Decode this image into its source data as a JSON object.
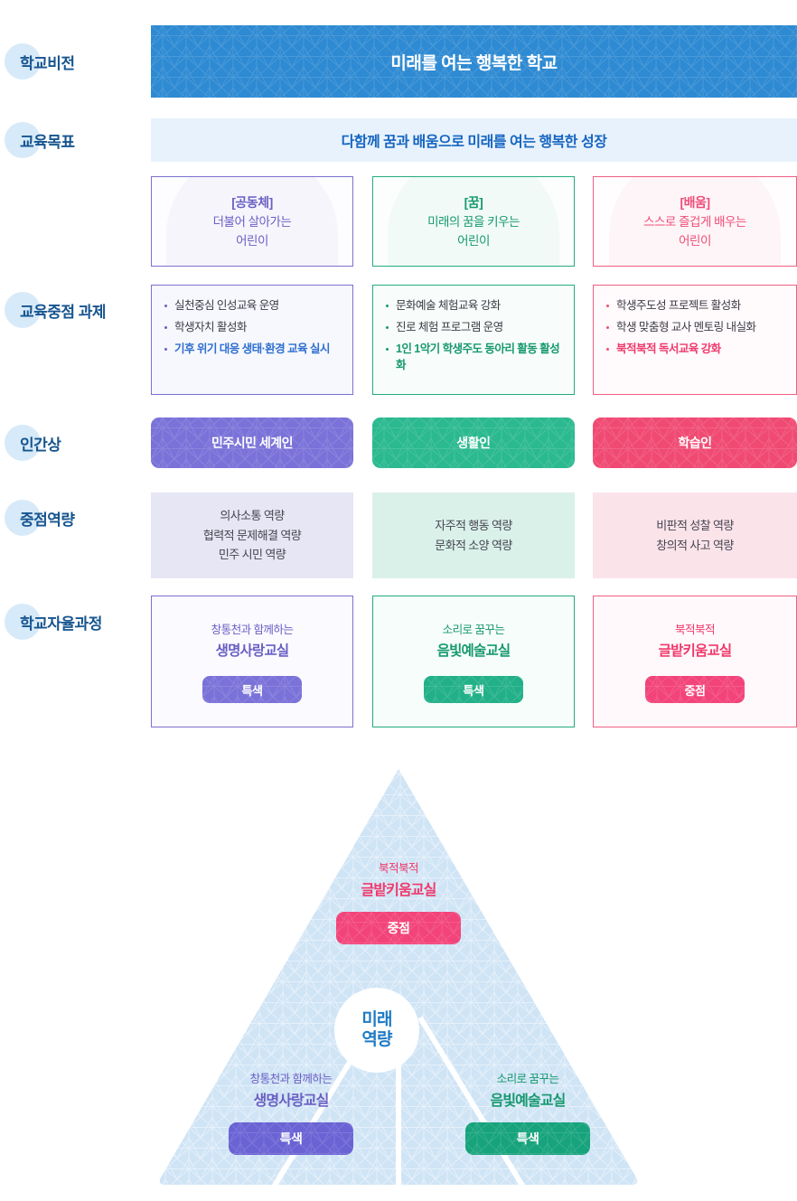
{
  "rows": {
    "vision_label": "학교비전",
    "goal_label": "교육목표",
    "tasks_label": "교육중점 과제",
    "persona_label": "인간상",
    "competency_label": "중점역량",
    "course_label": "학교자율과정"
  },
  "vision": {
    "text": "미래를 여는 행복한 학교",
    "bg": "#2e8ad2"
  },
  "goal": {
    "text": "다함께 꿈과 배움으로 미래를 여는 행복한 성장",
    "bg": "#e8f2fd",
    "color": "#1565c0"
  },
  "categories": [
    {
      "tag": "[공동체]",
      "line1": "더불어 살아가는",
      "line2": "어린이",
      "color": "#6a5fc4"
    },
    {
      "tag": "[꿈]",
      "line1": "미래의 꿈을 키우는",
      "line2": "어린이",
      "color": "#17996f"
    },
    {
      "tag": "[배움]",
      "line1": "스스로 즐겁게 배우는",
      "line2": "어린이",
      "color": "#ef4d78"
    }
  ],
  "tasks": [
    {
      "items": [
        {
          "text": "실천중심 인성교육 운영",
          "highlight": false
        },
        {
          "text": "학생자치 활성화",
          "highlight": false
        },
        {
          "text": "기후 위기 대응 생태·환경 교육 실시",
          "highlight": true
        }
      ]
    },
    {
      "items": [
        {
          "text": "문화예술 체험교육 강화",
          "highlight": false
        },
        {
          "text": "진로 체험 프로그램 운영",
          "highlight": false
        },
        {
          "text": "1인 1악기 학생주도 동아리 활동 활성화",
          "highlight": true
        }
      ]
    },
    {
      "items": [
        {
          "text": "학생주도성 프로젝트 활성화",
          "highlight": false
        },
        {
          "text": "학생 맞춤형 교사 멘토링 내실화",
          "highlight": false
        },
        {
          "text": "북적북적 독서교육 강화",
          "highlight": true
        }
      ]
    }
  ],
  "personas": [
    {
      "label": "민주시민 세계인",
      "bg": "#7a72d8"
    },
    {
      "label": "생활인",
      "bg": "#2bb98f"
    },
    {
      "label": "학습인",
      "bg": "#f04a73"
    }
  ],
  "competencies": [
    {
      "items": [
        "의사소통 역량",
        "협력적 문제해결 역량",
        "민주 시민 역량"
      ],
      "bg": "#e6e6f5"
    },
    {
      "items": [
        "자주적 행동 역량",
        "문화적 소양 역량"
      ],
      "bg": "#daf1ea"
    },
    {
      "items": [
        "비판적 성찰 역량",
        "창의적 사고 역량"
      ],
      "bg": "#fbe3ea"
    }
  ],
  "courses": [
    {
      "sub": "창통천과 함께하는",
      "main": "생명사랑교실",
      "badge": "특색",
      "color": "#6a5fc4",
      "badge_bg": "#7a72d8"
    },
    {
      "sub": "소리로 꿈꾸는",
      "main": "음빛예술교실",
      "badge": "특색",
      "color": "#17996f",
      "badge_bg": "#22b088"
    },
    {
      "sub": "북적북적",
      "main": "글밭키움교실",
      "badge": "중점",
      "color": "#f0396c",
      "badge_bg": "#f2447a"
    }
  ],
  "triangle": {
    "fill": "#cfe4f5",
    "center": {
      "line1": "미래",
      "line2": "역량",
      "color": "#1f7ac4"
    },
    "top": {
      "sub": "북적북적",
      "main": "글밭키움교실",
      "badge": "중점",
      "color": "#f0396c",
      "badge_bg": "#f2447a"
    },
    "left": {
      "sub": "창통천과 함께하는",
      "main": "생명사랑교실",
      "badge": "특색",
      "color": "#6a5fc4",
      "badge_bg": "#6a63d4"
    },
    "right": {
      "sub": "소리로 꿈꾸는",
      "main": "음빛예술교실",
      "badge": "특색",
      "color": "#17996f",
      "badge_bg": "#17a37c"
    }
  }
}
